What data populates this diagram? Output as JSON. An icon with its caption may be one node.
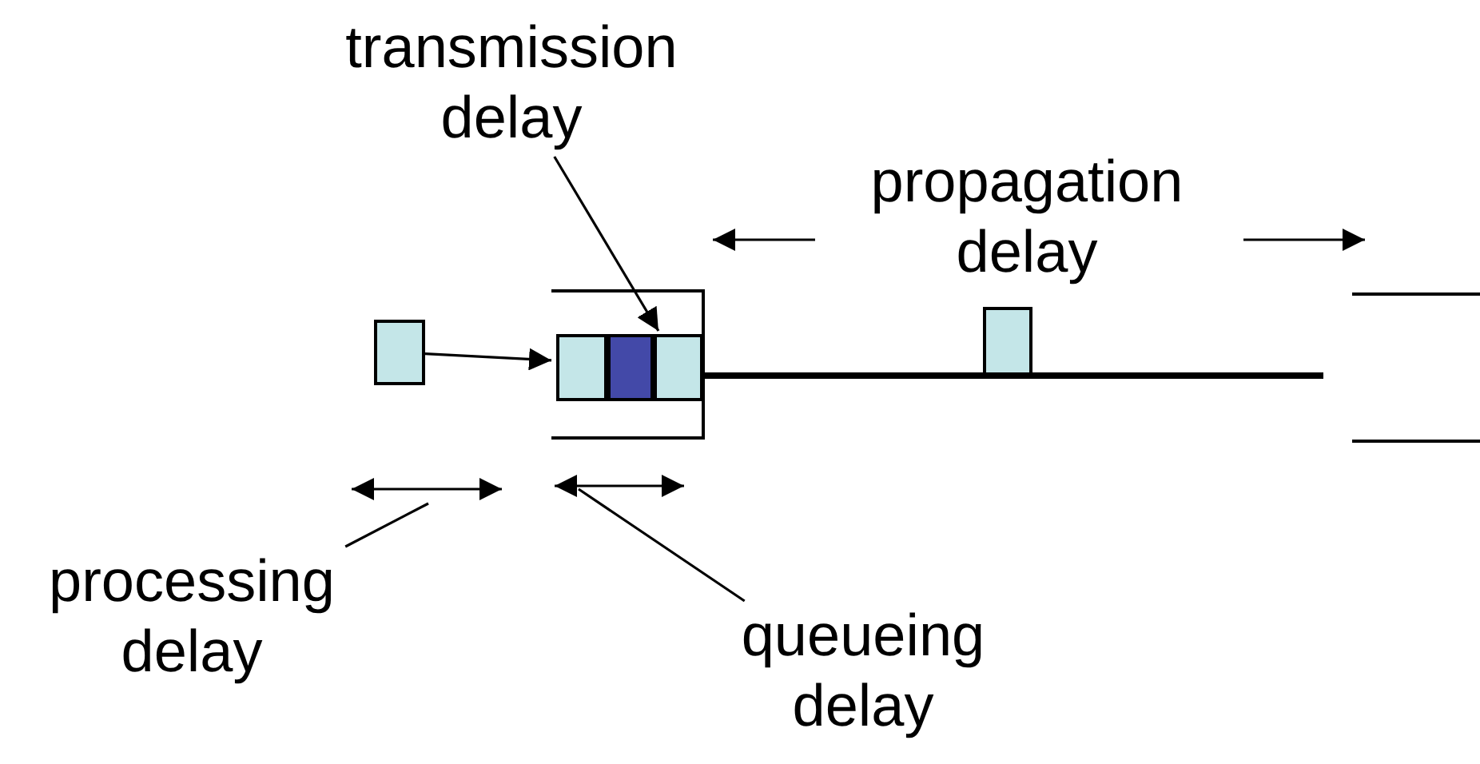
{
  "diagram": {
    "nodes": [
      {
        "text": [
          "transmission delay"
        ]
      },
      {
        "text": [
          "propagation delay"
        ]
      },
      {
        "text": [],
        "shape": "box"
      },
      {
        "text": [],
        "shape": "box"
      },
      {
        "text": [],
        "shape": "box",
        "in": 3
      },
      {
        "text": [],
        "shape": "box",
        "in": 3
      },
      {
        "text": [],
        "shape": "box",
        "in": 3
      },
      {
        "text": [],
        "shape": "box"
      },
      {
        "text": [],
        "shape": "box"
      },
      {
        "text": [
          "processing delay"
        ]
      },
      {
        "text": [
          "queueing delay"
        ]
      }
    ],
    "edges": [
      {
        "from": 2,
        "to": 3,
        "arrow": "to"
      },
      {
        "from": 3,
        "to": 8,
        "arrow": "none",
        "style": "thick"
      },
      {
        "from": 0,
        "to": 6,
        "arrow": "to"
      },
      {
        "from": 9,
        "to": null,
        "arrow": "none"
      },
      {
        "from": 10,
        "to": null,
        "arrow": "none"
      }
    ]
  }
}
